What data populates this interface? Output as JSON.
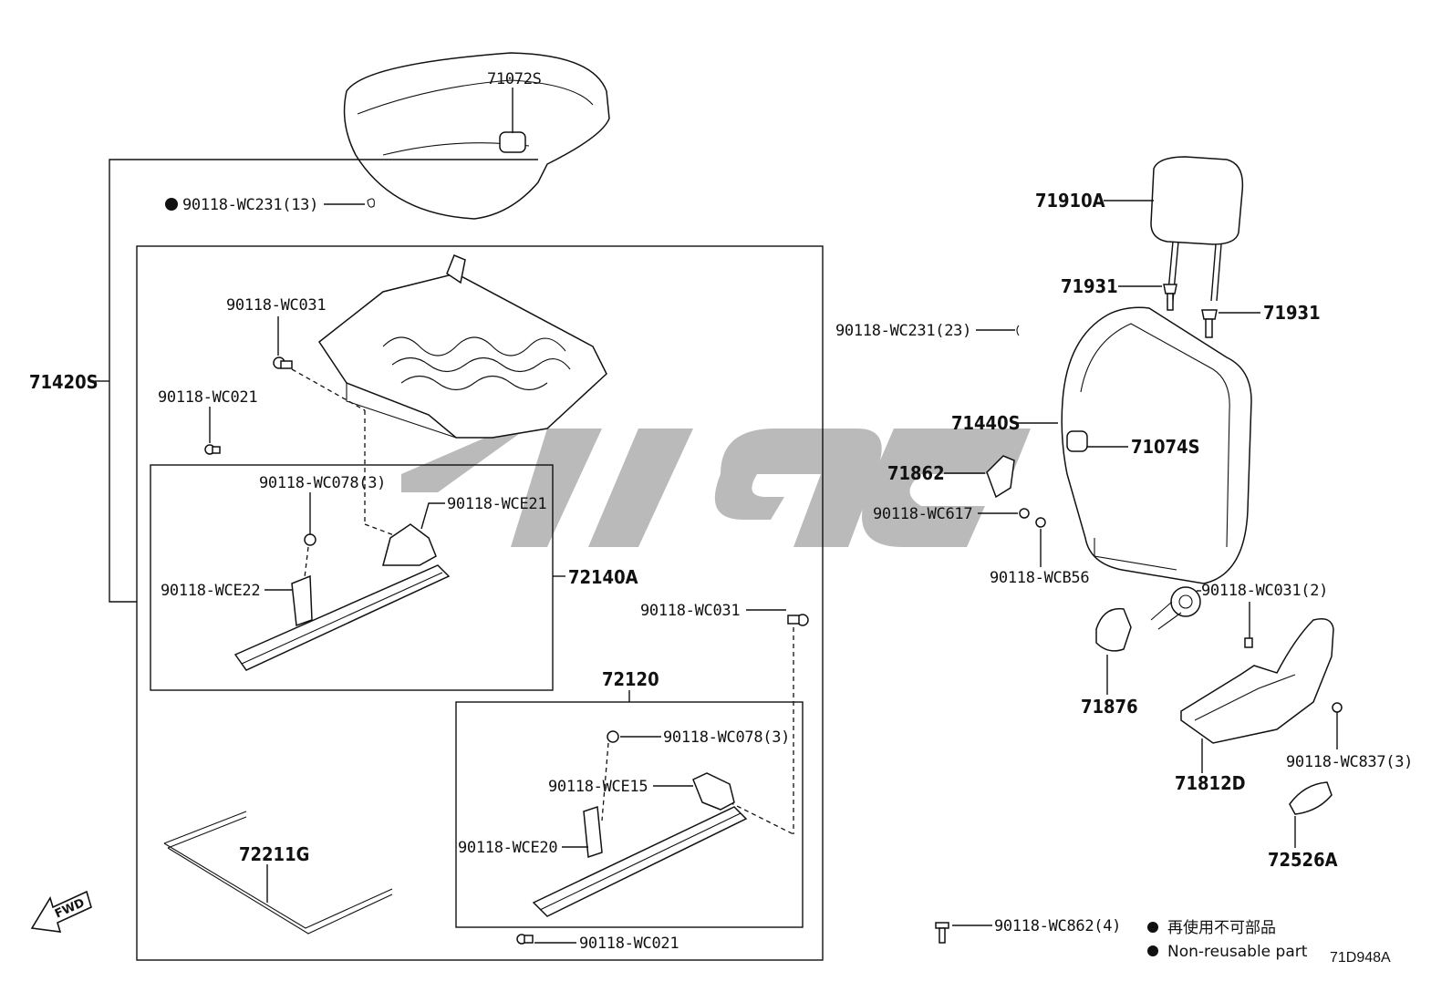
{
  "diagram": {
    "code": "71D948A",
    "legend": [
      {
        "text": "再使用不可部品"
      },
      {
        "text": "Non-reusable part"
      }
    ],
    "fwd": "FWD",
    "labels": {
      "p71072S": "71072S",
      "p90118_WC231_13": "90118-WC231(13)",
      "p71420S": "71420S",
      "p90118_WC031_a": "90118-WC031",
      "p90118_WC021_a": "90118-WC021",
      "p90118_WC078_3a": "90118-WC078(3)",
      "p90118_WCE21": "90118-WCE21",
      "p90118_WCE22": "90118-WCE22",
      "p72140A": "72140A",
      "p90118_WC031_b": "90118-WC031",
      "p72120": "72120",
      "p90118_WC078_3b": "90118-WC078(3)",
      "p90118_WCE15": "90118-WCE15",
      "p90118_WCE20": "90118-WCE20",
      "p72211G": "72211G",
      "p90118_WC021_b": "90118-WC021",
      "p71910A": "71910A",
      "p71931_a": "71931",
      "p71931_b": "71931",
      "p90118_WC231_23": "90118-WC231(23)",
      "p71440S": "71440S",
      "p71074S": "71074S",
      "p71862": "71862",
      "p90118_WC617": "90118-WC617",
      "p90118_WCB56": "90118-WCB56",
      "p90118_WC031_2": "90118-WC031(2)",
      "p71876": "71876",
      "p71812D": "71812D",
      "p90118_WC837_3": "90118-WC837(3)",
      "p72526A": "72526A",
      "p90118_WC862_4": "90118-WC862(4)"
    }
  }
}
